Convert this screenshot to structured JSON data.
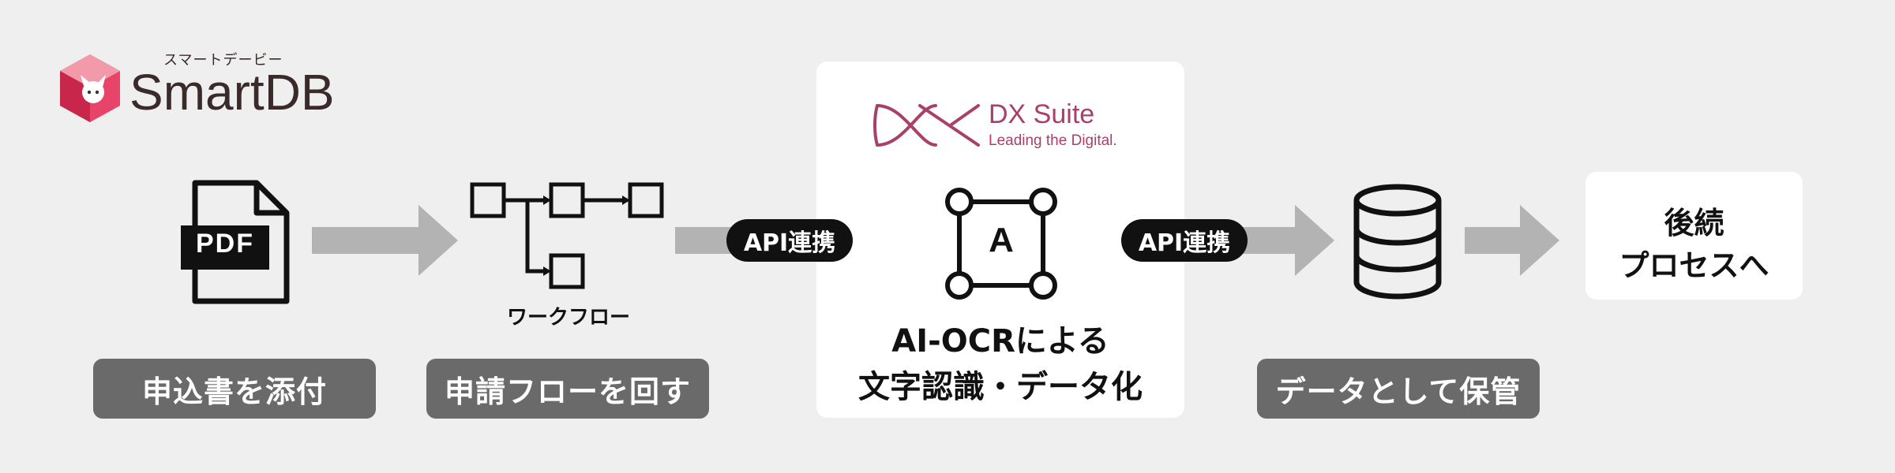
{
  "logo": {
    "ruby": "スマートデービー",
    "name": "SmartDB",
    "brand_color": "#e8446a"
  },
  "dxsuite": {
    "name": "DX Suite",
    "tagline": "Leading the Digital.",
    "brand_color": "#a8406a"
  },
  "steps": {
    "pdf_icon_text": "PDF",
    "workflow_caption": "ワークフロー",
    "ocr_icon_letter": "A",
    "label_attach": "申込書を添付",
    "label_flow": "申請フローを回す",
    "ocr_line1": "AI-OCRによる",
    "ocr_line2": "文字認識・データ化",
    "label_store": "データとして保管",
    "next_line1": "後続",
    "next_line2": "プロセスへ"
  },
  "connectors": {
    "api_1": "API連携",
    "api_2": "API連携"
  },
  "colors": {
    "background": "#efefef",
    "arrow": "#b3b3b3",
    "label_box": "#6a6a6a",
    "pill": "#111111"
  }
}
